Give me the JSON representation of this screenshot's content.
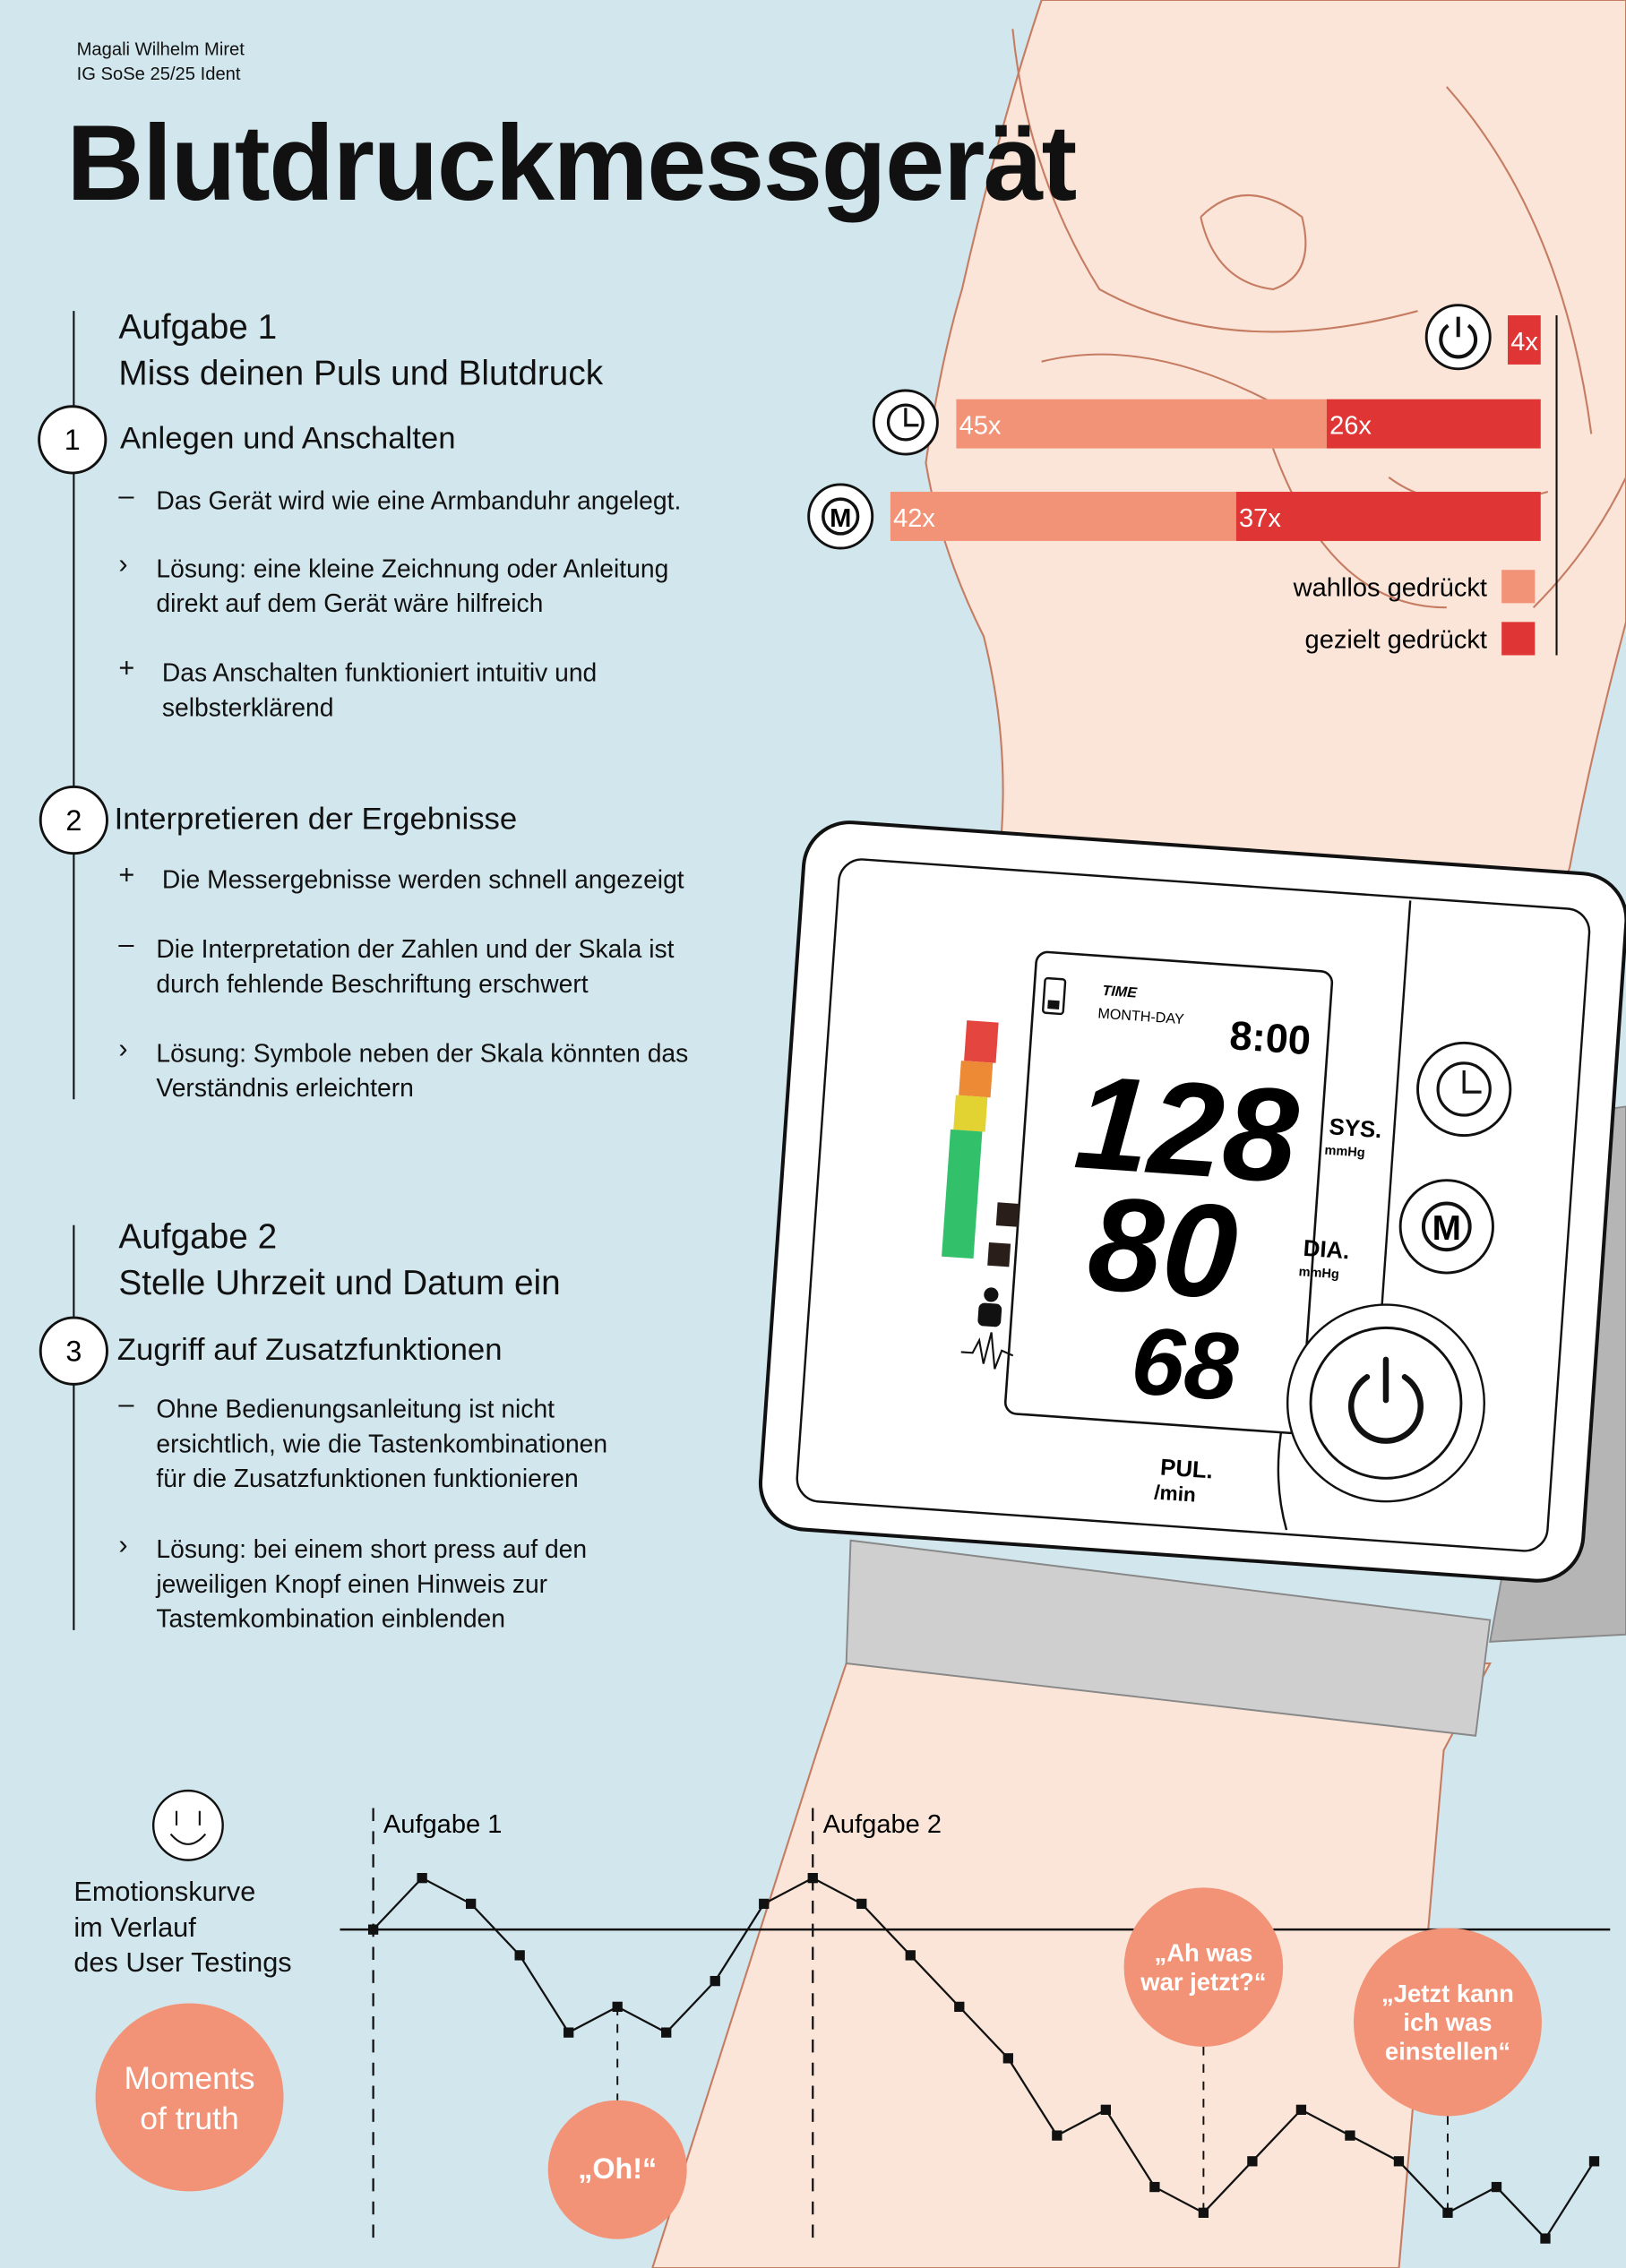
{
  "header": {
    "author": "Magali Wilhelm Miret",
    "course": "IG SoSe 25/25 Ident",
    "title": "Blutdruckmessgerät"
  },
  "tasks": [
    {
      "label": "Aufgabe 1",
      "subtitle": "Miss deinen Puls und Blutdruck",
      "steps": [
        {
          "number": "1",
          "heading": "Anlegen und Anschalten",
          "points": [
            {
              "symbol": "–",
              "type": "negative",
              "lines": [
                "Das Gerät wird wie eine Armbanduhr angelegt."
              ]
            },
            {
              "symbol": "›",
              "type": "solution",
              "lines": [
                "Lösung: eine kleine Zeichnung oder Anleitung",
                "direkt auf dem Gerät wäre hilfreich"
              ]
            },
            {
              "symbol": "+",
              "type": "positive",
              "lines": [
                "Das Anschalten funktioniert intuitiv und",
                "selbsterklärend"
              ]
            }
          ]
        },
        {
          "number": "2",
          "heading": "Interpretieren der Ergebnisse",
          "points": [
            {
              "symbol": "+",
              "type": "positive",
              "lines": [
                "Die Messergebnisse werden schnell angezeigt"
              ]
            },
            {
              "symbol": "–",
              "type": "negative",
              "lines": [
                "Die Interpretation der Zahlen und der Skala ist",
                "durch fehlende Beschriftung erschwert"
              ]
            },
            {
              "symbol": "›",
              "type": "solution",
              "lines": [
                "Lösung: Symbole neben der Skala könnten das",
                "Verständnis erleichtern"
              ]
            }
          ]
        }
      ]
    },
    {
      "label": "Aufgabe 2",
      "subtitle": "Stelle Uhrzeit und Datum ein",
      "steps": [
        {
          "number": "3",
          "heading": "Zugriff auf Zusatzfunktionen",
          "points": [
            {
              "symbol": "–",
              "type": "negative",
              "lines": [
                "Ohne Bedienungsanleitung ist nicht",
                "ersichtlich, wie die Tastenkombinationen",
                "für die Zusatzfunktionen funktionieren"
              ]
            },
            {
              "symbol": "›",
              "type": "solution",
              "lines": [
                "Lösung: bei einem short press auf den",
                "jeweiligen Knopf einen Hinweis zur",
                "Tastemkombination einblenden"
              ]
            }
          ]
        }
      ]
    }
  ],
  "device": {
    "time_label": "TIME",
    "date_label": "MONTH-DAY",
    "time": "8:00",
    "sys": "128",
    "dia": "80",
    "pul": "68",
    "sys_label": "SYS.",
    "dia_label": "DIA.",
    "unit_mmhg": "mmHg",
    "pul_label": "PUL.",
    "pul_unit": "/min",
    "buttons": [
      "clock-button",
      "memory-button",
      "power-button"
    ],
    "memory_letter": "M",
    "scale_colors": [
      "#e4453f",
      "#ec8a35",
      "#e2d232",
      "#33c06a"
    ]
  },
  "colors": {
    "background": "#d2e6ed",
    "skin": "#fbe5d8",
    "skin_line": "#c57c62",
    "random": "#f29377",
    "targeted": "#e03535"
  },
  "chart_data": [
    {
      "type": "bar",
      "title": "",
      "orientation": "horizontal-stacked",
      "categories": [
        "power-button",
        "clock-button",
        "memory-button"
      ],
      "series": [
        {
          "name": "wahllos gedrückt",
          "values": [
            0,
            45,
            42
          ],
          "labels": [
            "",
            "45x",
            "42x"
          ]
        },
        {
          "name": "gezielt gedrückt",
          "values": [
            4,
            26,
            37
          ],
          "labels": [
            "4x",
            "26x",
            "37x"
          ]
        }
      ],
      "legend": [
        "wahllos gedrückt",
        "gezielt gedrückt"
      ],
      "legend_placement": "bottom-right"
    },
    {
      "type": "line",
      "title": "Emotionskurve im Verlauf des User Testings",
      "title_lines": [
        "Emotionskurve",
        "im Verlauf",
        "des User Testings"
      ],
      "x": [
        0,
        1,
        2,
        3,
        4,
        5,
        6,
        7,
        8,
        9,
        10,
        11,
        12,
        13,
        14,
        15,
        16,
        17,
        18,
        19,
        20,
        21,
        22,
        23,
        24,
        25
      ],
      "y": [
        0,
        2,
        1,
        -1,
        -4,
        -3,
        -4,
        -2,
        1,
        2,
        1,
        -1,
        -3,
        -5,
        -8,
        -7,
        -10,
        -11,
        -9,
        -7,
        -8,
        -9,
        -11,
        -10,
        -12,
        -9
      ],
      "baseline": 0,
      "markers": [
        {
          "label": "Aufgabe 1",
          "x": 0
        },
        {
          "label": "Aufgabe 2",
          "x": 9
        }
      ],
      "moments_title": "Moments of truth",
      "moments_title_lines": [
        "Moments",
        "of truth"
      ],
      "moments": [
        {
          "x": 5,
          "lines": [
            "„Oh!“"
          ]
        },
        {
          "x": 17,
          "lines": [
            "„Ah was",
            "war jetzt?“"
          ]
        },
        {
          "x": 22,
          "lines": [
            "„Jetzt kann",
            "ich was",
            "einstellen“"
          ]
        }
      ]
    }
  ]
}
